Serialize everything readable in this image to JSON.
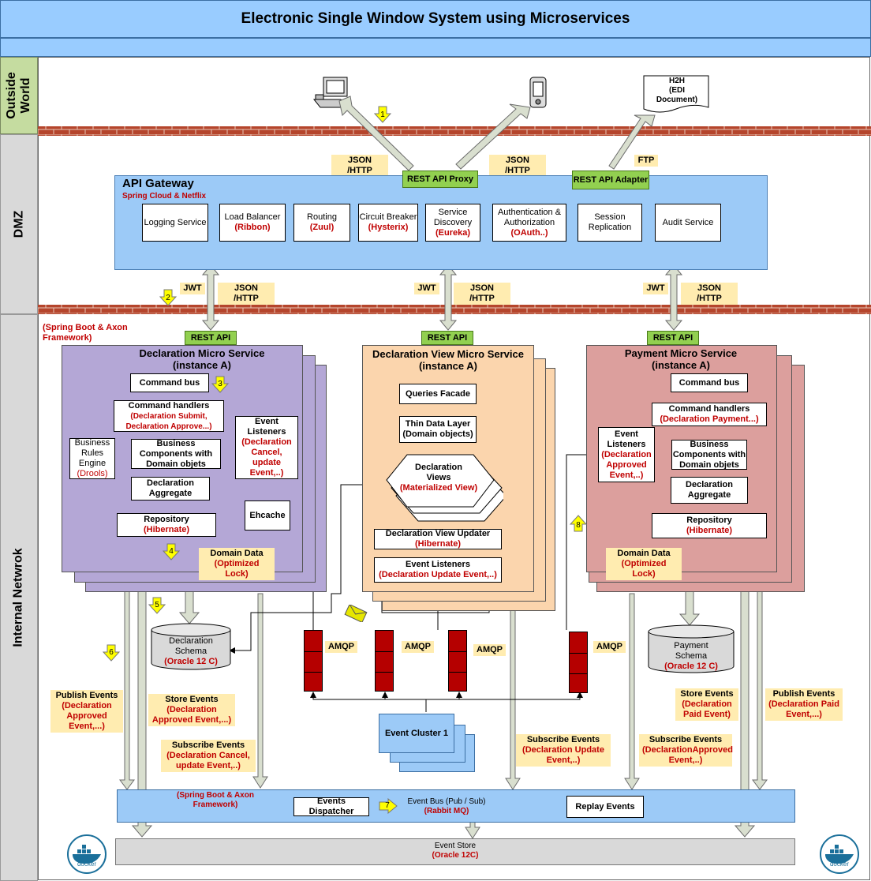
{
  "title": "Electronic Single Window System using Microservices",
  "zones": {
    "outside": "Outside World",
    "dmz": "DMZ",
    "internal": "Internal Netwrok"
  },
  "clients": {
    "h2h_line1": "H2H",
    "h2h_line2": "(EDI",
    "h2h_line3": "Document)"
  },
  "protocols": {
    "json_http": "JSON /HTTP",
    "ftp": "FTP",
    "jwt": "JWT",
    "amqp": "AMQP"
  },
  "gateway": {
    "title": "API Gateway",
    "subtitle": "Spring Cloud & Netflix",
    "rest_api_proxy": "REST API Proxy",
    "rest_api_adapter": "REST API Adapter",
    "components": [
      {
        "name": "Logging Service",
        "sub": ""
      },
      {
        "name": "Load Balancer",
        "sub": "(Ribbon)"
      },
      {
        "name": "Routing",
        "sub": "(Zuul)"
      },
      {
        "name": "Circuit Breaker",
        "sub": "(Hysterix)"
      },
      {
        "name": "Service Discovery",
        "sub": "(Eureka)"
      },
      {
        "name": "Authentication & Authorization",
        "sub": "(OAuth..)"
      },
      {
        "name": "Session Replication",
        "sub": ""
      },
      {
        "name": "Audit Service",
        "sub": ""
      }
    ]
  },
  "internal_framework": "(Spring Boot & Axon Framework)",
  "rest_api": "REST API",
  "declaration_service": {
    "title": "Declaration Micro Service",
    "instance": "(instance A)",
    "command_bus": "Command bus",
    "command_handlers": "Command handlers",
    "command_handlers_sub": "(Declaration Submit, Declaration Approve...)",
    "business_rules": "Business Rules Engine",
    "business_rules_sub": "(Drools)",
    "business_components": "Business Components with Domain objets",
    "event_listeners": "Event Listeners",
    "event_listeners_sub": "(Declaration Cancel, update Event,..)",
    "aggregate": "Declaration Aggregate",
    "repository": "Repository",
    "repository_sub": "(Hibernate)",
    "ehcache": "Ehcache",
    "domain_data": "Domain Data",
    "domain_data_sub": "(Optimized Lock)",
    "schema": "Declaration Schema",
    "schema_sub": "(Oracle 12 C)"
  },
  "view_service": {
    "title": "Declaration View Micro Service",
    "instance": "(instance A)",
    "queries_facade": "Queries Facade",
    "thin_data_layer": "Thin Data Layer",
    "thin_data_layer_sub": "(Domain objects)",
    "views": "Declaration Views",
    "views_sub": "(Materialized View)",
    "view_updater": "Declaration View Updater",
    "view_updater_sub": "(Hibernate)",
    "event_listeners": "Event Listeners",
    "event_listeners_sub": "(Declaration Update Event,..)"
  },
  "payment_service": {
    "title": "Payment Micro Service",
    "instance": "(instance A)",
    "command_bus": "Command bus",
    "command_handlers": "Command handlers",
    "command_handlers_sub": "(Declaration Payment...)",
    "event_listeners": "Event Listeners",
    "event_listeners_sub": "(Declaration Approved Event,..)",
    "business_components": "Business Components with Domain objets",
    "aggregate": "Declaration Aggregate",
    "repository": "Repository",
    "repository_sub": "(Hibernate)",
    "domain_data": "Domain Data",
    "domain_data_sub": "(Optimized Lock)",
    "schema": "Payment Schema",
    "schema_sub": "(Oracle 12 C)"
  },
  "events": {
    "publish_decl": "Publish Events",
    "publish_decl_sub": "(Declaration Approved Event,...)",
    "store_decl": "Store Events",
    "store_decl_sub": "(Declaration Approved Event,...)",
    "subscribe_decl": "Subscribe Events",
    "subscribe_decl_sub": "(Declaration Cancel, update Event,..)",
    "subscribe_view": "Subscribe Events",
    "subscribe_view_sub": "(Declaration Update Event,..)",
    "subscribe_pay": "Subscribe Events",
    "subscribe_pay_sub": "(DeclarationApproved Event,..)",
    "store_pay": "Store Events",
    "store_pay_sub": "(Declaration Paid Event)",
    "publish_pay": "Publish Events",
    "publish_pay_sub": "(Declaration Paid Event,...)"
  },
  "event_cluster": "Event Cluster 1",
  "event_bus": {
    "framework": "(Spring Boot & Axon Framework)",
    "dispatcher": "Events Dispatcher",
    "bus": "Event Bus (Pub / Sub)",
    "bus_sub": "(Rabbit MQ)",
    "replay": "Replay Events"
  },
  "event_store": {
    "title": "Event Store",
    "sub": "(Oracle 12C)"
  },
  "docker": "docker",
  "steps": [
    "1",
    "2",
    "3",
    "4",
    "5",
    "6",
    "7",
    "8"
  ],
  "colors": {
    "header": "#99ccff",
    "outside": "#c5dca0",
    "gateway": "#9ccaf7",
    "declaration": "#b4a7d6",
    "view": "#fbd5ad",
    "payment": "#dc9f9d",
    "brick": "#b5452c",
    "queue": "#b50000",
    "label": "#ffecb0"
  }
}
